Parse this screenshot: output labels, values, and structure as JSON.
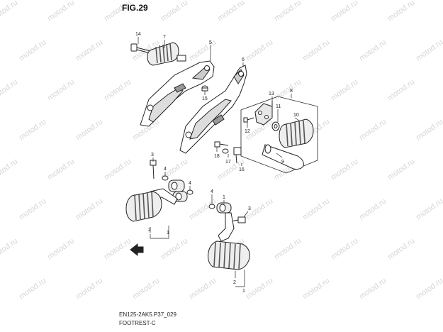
{
  "figure": {
    "title": "FIG.29",
    "code": "EN125-2AK5.P37_029",
    "name": "FOOTREST-C"
  },
  "watermark": "motod.ru",
  "callouts": {
    "c14": "14",
    "c7": "7",
    "c5": "5",
    "c6": "6",
    "c15": "15",
    "c8": "8",
    "c13": "13",
    "c11": "11",
    "c10": "10",
    "c12": "12",
    "c9": "9",
    "c18": "18",
    "c17": "17",
    "c16": "16",
    "c3a": "3",
    "c4a": "4",
    "c4b": "4",
    "c2a": "2",
    "c1a": "1",
    "c4c": "4",
    "c1b": "1",
    "c3b": "3",
    "c2b": "2",
    "c1c": "1"
  }
}
